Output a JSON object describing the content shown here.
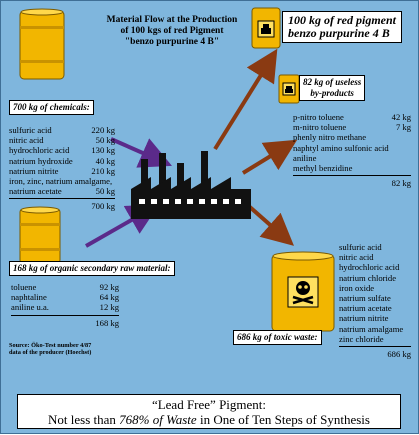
{
  "title": [
    "Material Flow at the Production",
    "of 100 kgs of red Pigment",
    "\"benzo purpurine 4 B\""
  ],
  "pigment": {
    "line1": "100 kg of red pigment",
    "line2": "benzo purpurine 4 B"
  },
  "chemicals": {
    "label": "700 kg  of chemicals:",
    "items": [
      {
        "name": "sulfuric acid",
        "amount": "220 kg"
      },
      {
        "name": "nitric acid",
        "amount": "50 kg"
      },
      {
        "name": "hydrochloric acid",
        "amount": "130 kg"
      },
      {
        "name": "natrium hydroxide",
        "amount": "40 kg"
      },
      {
        "name": "natrium nitrite",
        "amount": "210 kg"
      },
      {
        "name": "iron, zinc, natrium amalgame,",
        "amount": ""
      },
      {
        "name": "natrium acetate",
        "amount": "50 kg"
      }
    ],
    "total": "700 kg"
  },
  "raw_material": {
    "label": "168 kg of organic secondary raw material:",
    "items": [
      {
        "name": "toluene",
        "amount": "92 kg"
      },
      {
        "name": "naphtaline",
        "amount": "64 kg"
      },
      {
        "name": "aniline u.a.",
        "amount": "12 kg"
      }
    ],
    "total": "168 kg"
  },
  "byproducts": {
    "label": [
      "82 kg of useless",
      "by-products"
    ],
    "items": [
      {
        "name": "p-nitro toluene",
        "amount": "42 kg"
      },
      {
        "name": "m-nitro toluene",
        "amount": "7 kg"
      },
      {
        "name": "phenly nitro methane",
        "amount": ""
      },
      {
        "name": "naphtyl amino sulfonic acid",
        "amount": ""
      },
      {
        "name": "aniline",
        "amount": ""
      },
      {
        "name": "methyl benzidine",
        "amount": ""
      }
    ],
    "total": "82 kg"
  },
  "toxic_waste": {
    "label": "686 kg of toxic waste:",
    "items": [
      "sulfuric acid",
      "nitric acid",
      "hydrochloric acid",
      "natrium chloride",
      "iron oxide",
      "natrium sulfate",
      "natrium acetate",
      "natrium nitrite",
      "natrium amalgame",
      "zinc chloride"
    ],
    "total": "686 kg"
  },
  "source": [
    "Source: Öko-Test number 4/87",
    "data of the producer (Hoechst)"
  ],
  "footer": {
    "headline_quoted": "“Lead Free”",
    "headline_suffix": " Pigment:",
    "statement": [
      "Not less than ",
      "768%",
      " ",
      "of Waste",
      " in One of Ten Steps of Synthesis"
    ]
  },
  "colors": {
    "background": "#7fb6dd",
    "barrel": "#f2b600",
    "input_arrow": "#5b2a8a",
    "output_arrow": "#8a3a12"
  }
}
